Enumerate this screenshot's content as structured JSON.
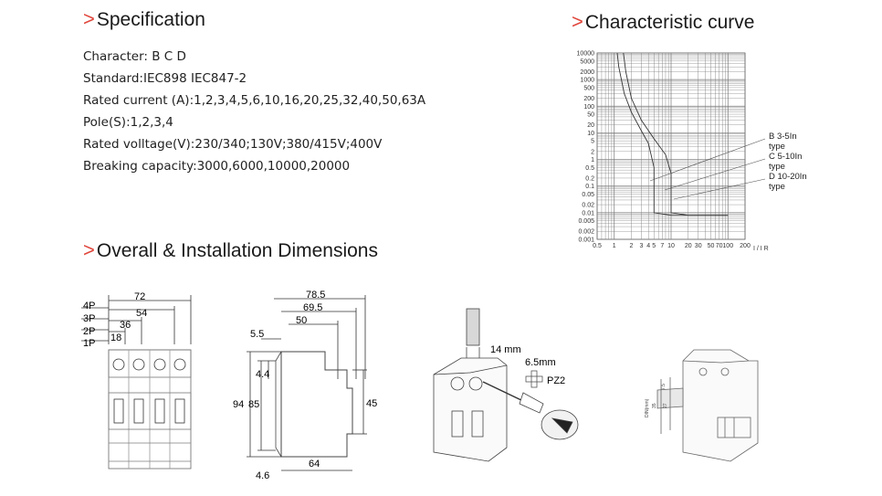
{
  "sections": {
    "specification": {
      "arrow": ">",
      "title": "Specification"
    },
    "curve": {
      "arrow": ">",
      "title": "Characteristic curve"
    },
    "dimensions": {
      "arrow": ">",
      "title": "Overall & Installation Dimensions"
    }
  },
  "spec_lines": [
    "Character: B C D",
    "Standard:IEC898 IEC847-2",
    "Rated current (A):1,2,3,4,5,6,10,16,20,25,32,40,50,63A",
    "Pole(S):1,2,3,4",
    "Rated volltage(V):230/340;130V;380/415V;400V",
    "Breaking capacity:3000,6000,10000,20000"
  ],
  "chart_data": {
    "type": "line",
    "title": "Characteristic curve",
    "xlabel": "I / I R",
    "ylabel": "",
    "x_ticks": [
      "0.5",
      "1",
      "2",
      "3",
      "4",
      "5",
      "7",
      "10",
      "20",
      "30",
      "50",
      "70",
      "100",
      "200"
    ],
    "y_ticks": [
      "10000",
      "5000",
      "2000",
      "1000",
      "500",
      "200",
      "100",
      "50",
      "20",
      "10",
      "5",
      "2",
      "1",
      "0.5",
      "0.2",
      "0.1",
      "0.05",
      "0.02",
      "0.01",
      "0.005",
      "0.002",
      "0.001"
    ],
    "xlim": [
      0.5,
      200
    ],
    "ylim": [
      0.001,
      10000
    ],
    "log_x": true,
    "log_y": true,
    "grid": true,
    "annotations": [
      {
        "text": "B 3-5In",
        "sub": "type"
      },
      {
        "text": "C 5-10In",
        "sub": "type"
      },
      {
        "text": "D 10-20In",
        "sub": "type"
      }
    ],
    "series": [
      {
        "x": [
          1.13,
          1.2,
          1.5,
          2,
          3,
          4,
          5,
          5,
          10,
          100
        ],
        "y": [
          10000,
          3000,
          300,
          60,
          12,
          4,
          0.5,
          0.01,
          0.008,
          0.008
        ]
      },
      {
        "x": [
          1.45,
          1.6,
          2,
          3,
          5,
          8,
          10,
          10,
          20,
          100
        ],
        "y": [
          10000,
          2000,
          200,
          30,
          6,
          1.5,
          0.3,
          0.01,
          0.008,
          0.008
        ]
      }
    ]
  },
  "front_view": {
    "poles": [
      {
        "label": "4P",
        "dim": "72"
      },
      {
        "label": "3P",
        "dim": "54"
      },
      {
        "label": "2P",
        "dim": "36"
      },
      {
        "label": "1P",
        "dim": "18"
      }
    ]
  },
  "side_view": {
    "dims": {
      "total_depth": "78.5",
      "depth2": "69.5",
      "depth3": "50",
      "offset": "5.5",
      "inner": "4.4",
      "h1": "94",
      "h2": "85",
      "h3": "45",
      "base": "64",
      "bottom": "4.6"
    }
  },
  "install_view": {
    "labels": {
      "slot": "14 mm",
      "screw": "6.5mm",
      "driver": "PZ2"
    }
  },
  "rail_view": {
    "labels": {
      "a": "DIN(mm)",
      "b": "35",
      "c": "27",
      "d": "7.5"
    }
  }
}
